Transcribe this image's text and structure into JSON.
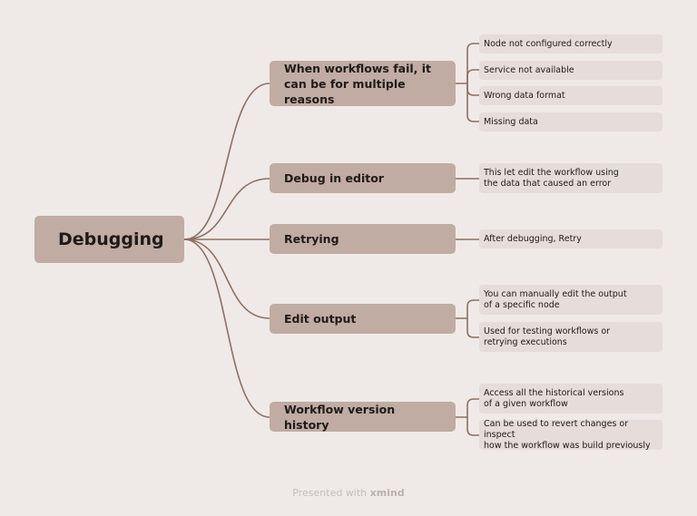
{
  "root": {
    "label": "Debugging"
  },
  "branches": [
    {
      "label": "When workflows fail, it can be for multiple reasons",
      "leaves": [
        "Node not configured correctly",
        "Service not available",
        "Wrong data format",
        "Missing data"
      ]
    },
    {
      "label": "Debug in editor",
      "leaves": [
        "This let edit the workflow using\nthe data that caused an error"
      ]
    },
    {
      "label": "Retrying",
      "leaves": [
        "After debugging, Retry"
      ]
    },
    {
      "label": "Edit output",
      "leaves": [
        "You can manually edit the output\nof a specific node",
        "Used for testing workflows or\nretrying executions"
      ]
    },
    {
      "label": "Workflow version history",
      "leaves": [
        "Access all the historical versions\nof a given workflow",
        "Can be used to revert changes or inspect\nhow the workflow was build previously"
      ]
    }
  ],
  "footer": {
    "prefix": "Presented with",
    "brand": "xmind"
  },
  "colors": {
    "background": "#efeae7",
    "root": "#c0aca3",
    "branch": "#c0aca3",
    "leaf": "#e6dcda",
    "connector": "#8e6f64"
  }
}
